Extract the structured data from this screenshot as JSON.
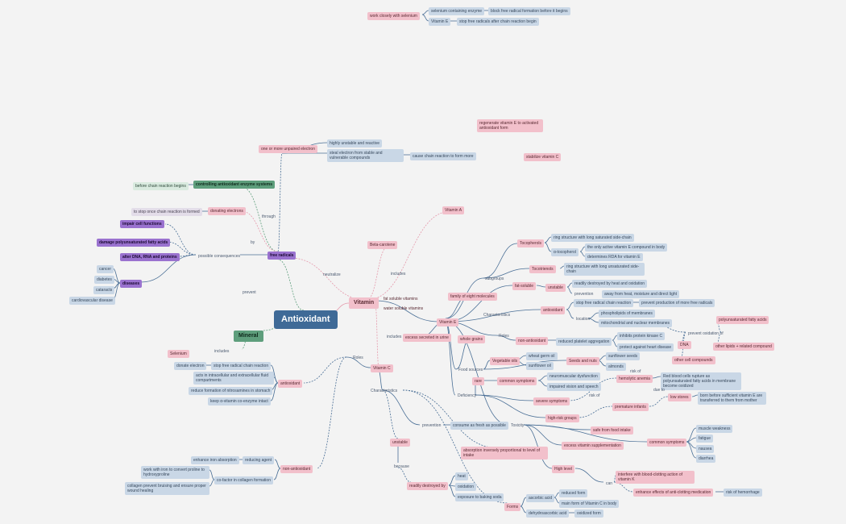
{
  "mindmap": {
    "central": "Antioxidant",
    "vitamin": "Vitamin",
    "mineral": "Mineral",
    "fat_soluble_vitamins": "fat soluble vitamins",
    "water_soluble_vitamins": "water soluble vitamins",
    "neutralize": "neutralize",
    "prevent": "prevent",
    "includes": "includes",
    "selenium": "Selenium",
    "through": "through",
    "by": "by",
    "free_radicals": "free radicals",
    "one_unpaired": "one or more unpaired electron",
    "highly_unstable": "highly unstable and reactive",
    "steal_electron": "steal electron from stable and vulnerable compounds",
    "chain_reaction": "cause chain reaction to form more",
    "controlling": "controlling antioxidant enzyme systems",
    "before_chain": "before chain reaction begins",
    "donating": "donating electrons",
    "stop_once": "to stop once chain reaction is formed",
    "possible_consequences": "possible consequences",
    "impair": "impair cell functions",
    "damage_pufa": "damage polyunsaturated fatty acids",
    "alter_dna": "alter DNA, RNA and proteins",
    "diseases": "diseases",
    "cancer": "cancer",
    "diabetes": "diabetes",
    "cataracts": "cataracts",
    "cardiovascular": "cardiovascular disease",
    "work_closely": "work closely with selenium",
    "selenium_enzyme": "selenium containing enzyme",
    "block_free": "block free radical formation before it begins",
    "vitamin_e_small": "Vitamin E",
    "stop_free_radicals_after": "stop free radicals after chain reaction begin",
    "regenerate": "regenerate vitamin E to activated antioxidant form",
    "stabilize_c": "stabilize vitamin C",
    "vitamin_a": "Vitamin A",
    "beta_carotene": "Beta-carotene",
    "subgroups": "subgroups",
    "tocopherols": "Tocopherols",
    "tocotrienols": "Tocotrienols",
    "ring_saturated": "ring structure with long saturated side-chain",
    "alpha_toco": "α-tocopherol",
    "only_active": "the only active vitamin E compound in body",
    "determines_rda": "determines RDA for vitamin E",
    "ring_unsaturated": "ring structure with long unsaturated side-chain",
    "family_eight": "family of eight molecules",
    "characteristics": "Characteristics",
    "fat_soluble": "fat-soluble",
    "unstable": "unstable",
    "destroyed_heat": "readily destroyed by heat and oxidation",
    "prevention": "prevention",
    "away_from": "away from heat, moisture and direct light",
    "antioxidant": "antioxidant",
    "stop_chain": "stop free radical chain reaction",
    "prevent_production": "prevent production of more free radicals",
    "location": "location",
    "phospholipids": "phospholipids of membranes",
    "mitochondrial": "mitochondrial and nuclear membranes",
    "prevent_oxidation": "prevent oxidation of",
    "pufa": "polyunsaturated fatty acids",
    "dna": "DNA",
    "other_lipids": "other lipids + related compound",
    "other_cell": "other cell compounds",
    "vitamin_e": "Vitamin E",
    "roles": "Roles",
    "excess_secreted": "excess secreted in urine",
    "whole_grains": "whole grains",
    "non_antioxidant": "non-antioxidant",
    "reduced_platelet": "reduced platelet aggregation",
    "inhibits_kinase": "inhibits protein kinase C",
    "protect_heart": "protect against heart disease",
    "food_sources": "Food sources",
    "vegetable_oils": "Vegetable oils",
    "wheat_germ": "wheat germ oil",
    "sunflower_oil": "sunflower oil",
    "seeds_nuts": "Seeds and nuts",
    "sunflower_seeds": "sunflower seeds",
    "almonds": "almonds",
    "deficiency": "Deficiency",
    "rare": "rare",
    "common_symptoms": "common symptoms",
    "neuromuscular": "neuromuscular dysfunction",
    "impaired_vision": "impaired vision and speech",
    "hemolytic": "hemolytic anemia",
    "red_blood": "Red blood cells rupture as polyunsaturated fatty acids in membrane become oxidized",
    "risk_of": "risk of",
    "due_to": "due to",
    "severe_symptoms": "severe symptoms",
    "high_risk": "high-risk groups",
    "premature": "premature infants",
    "low_stores": "low stores",
    "born_before": "born before sufficient vitamin E are transferred to them from mother",
    "toxicity": "Toxicity",
    "safe_food": "safe from food intake",
    "excess_supp": "excess vitamin supplementation",
    "common_symptoms_2": "common symptoms",
    "muscle_weakness": "muscle weakness",
    "fatigue": "fatigue",
    "nausea": "nausea",
    "diarrhea": "diarrhea",
    "high_level": "High level",
    "can": "can",
    "interfere": "interfere with blood-clotting action of vitamin K",
    "enhance_anti": "enhance effects of anti-clotting medication",
    "risk_hemorrhage": "risk of hemorrhage",
    "vitamin_c": "Vitamin C",
    "roles_c": "Roles",
    "antioxidant_c": "antioxidant",
    "donate_electron": "donate electron",
    "stop_chain_c": "stop free radical chain reaction",
    "acts_intra": "acts in intracellular and extracellular fluid compartments",
    "reduce_nitro": "reduce formation of nitrosamines in stomach",
    "keep_e": "keep α-vitamin co-enzyme intact",
    "non_antioxidant_c": "non-antioxidant",
    "reducing_agent": "reducing agent",
    "enhance_iron": "enhance iron absorption",
    "cofactor": "co-factor in collagen formation",
    "work_iron": "work with iron to convert proline to hydroxyproline",
    "collagen_prevent": "collagen prevent bruising and ensure proper wound healing",
    "characteristics_c": "Characteristics",
    "prevention_c": "prevention",
    "consume_fresh": "consume as fresh as possible",
    "unstable_c": "unstable",
    "because": "because",
    "readily_destroyed": "readily destroyed by",
    "heat": "heat",
    "oxidation": "oxidation",
    "exposure_acids": "exposure to baking soda",
    "absorption": "absorption inversely proportional to level of intake",
    "forms": "Forms",
    "ascorbic": "ascorbic acid",
    "reduced_form": "reduced form",
    "main_form": "main form of Vitamin C in body",
    "dehydro": "dehydroascorbic acid",
    "oxidized_form": "oxidized form",
    "includes_2": "includes",
    "includes_3": "includes"
  },
  "colors": {
    "root": "#3f6a97",
    "pink": "#f2c0cb",
    "blue": "#c9d7e6",
    "purple": "#9a72cf",
    "green": "#5e9e7c",
    "edge_blue": "#4a6f96",
    "edge_pink": "#e59aac",
    "edge_green": "#5e9e7c"
  }
}
